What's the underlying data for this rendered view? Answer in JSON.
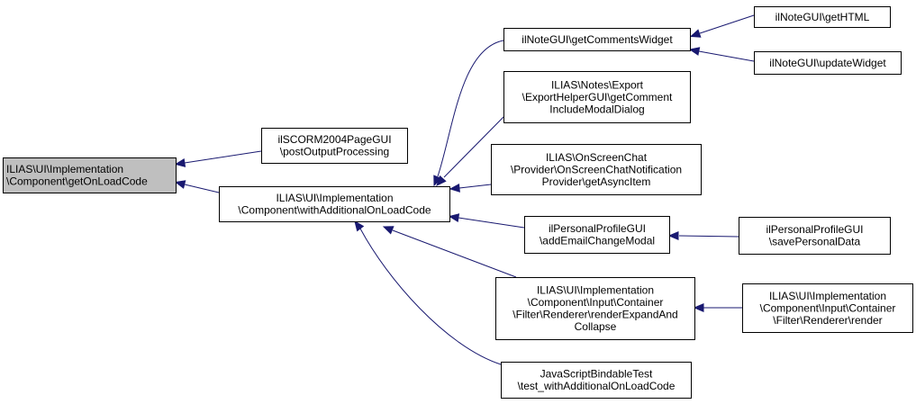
{
  "colors": {
    "edge": "#191970",
    "node_border": "#000000",
    "node_fill": "#ffffff",
    "root_fill": "#bfbfbf"
  },
  "nodes": [
    {
      "id": "root",
      "lines": [
        "ILIAS\\UI\\Implementation",
        "\\Component\\getOnLoadCode"
      ],
      "align": "start",
      "root": true
    },
    {
      "id": "scorm",
      "lines": [
        "ilSCORM2004PageGUI",
        "\\postOutputProcessing"
      ],
      "align": "middle"
    },
    {
      "id": "with",
      "lines": [
        "ILIAS\\UI\\Implementation",
        "\\Component\\withAdditionalOnLoadCode"
      ],
      "align": "middle"
    },
    {
      "id": "comments",
      "lines": [
        "ilNoteGUI\\getCommentsWidget"
      ],
      "align": "middle"
    },
    {
      "id": "export",
      "lines": [
        "ILIAS\\Notes\\Export",
        "\\ExportHelperGUI\\getComment",
        "IncludeModalDialog"
      ],
      "align": "middle"
    },
    {
      "id": "chat",
      "lines": [
        "ILIAS\\OnScreenChat",
        "\\Provider\\OnScreenChatNotification",
        "Provider\\getAsyncItem"
      ],
      "align": "middle"
    },
    {
      "id": "profile",
      "lines": [
        "ilPersonalProfileGUI",
        "\\addEmailChangeModal"
      ],
      "align": "middle"
    },
    {
      "id": "filter",
      "lines": [
        "ILIAS\\UI\\Implementation",
        "\\Component\\Input\\Container",
        "\\Filter\\Renderer\\renderExpandAnd",
        "Collapse"
      ],
      "align": "middle"
    },
    {
      "id": "jstest",
      "lines": [
        "JavaScriptBindableTest",
        "\\test_withAdditionalOnLoadCode"
      ],
      "align": "middle"
    },
    {
      "id": "gethtml",
      "lines": [
        "ilNoteGUI\\getHTML"
      ],
      "align": "middle"
    },
    {
      "id": "update",
      "lines": [
        "ilNoteGUI\\updateWidget"
      ],
      "align": "middle"
    },
    {
      "id": "savepd",
      "lines": [
        "ilPersonalProfileGUI",
        "\\savePersonalData"
      ],
      "align": "middle"
    },
    {
      "id": "render",
      "lines": [
        "ILIAS\\UI\\Implementation",
        "\\Component\\Input\\Container",
        "\\Filter\\Renderer\\render"
      ],
      "align": "middle"
    }
  ],
  "edges": [
    {
      "from": "scorm",
      "to": "root"
    },
    {
      "from": "with",
      "to": "root"
    },
    {
      "from": "comments",
      "to": "with"
    },
    {
      "from": "export",
      "to": "with"
    },
    {
      "from": "chat",
      "to": "with"
    },
    {
      "from": "profile",
      "to": "with"
    },
    {
      "from": "filter",
      "to": "with"
    },
    {
      "from": "jstest",
      "to": "with"
    },
    {
      "from": "gethtml",
      "to": "comments"
    },
    {
      "from": "update",
      "to": "comments"
    },
    {
      "from": "savepd",
      "to": "profile"
    },
    {
      "from": "render",
      "to": "filter"
    }
  ]
}
